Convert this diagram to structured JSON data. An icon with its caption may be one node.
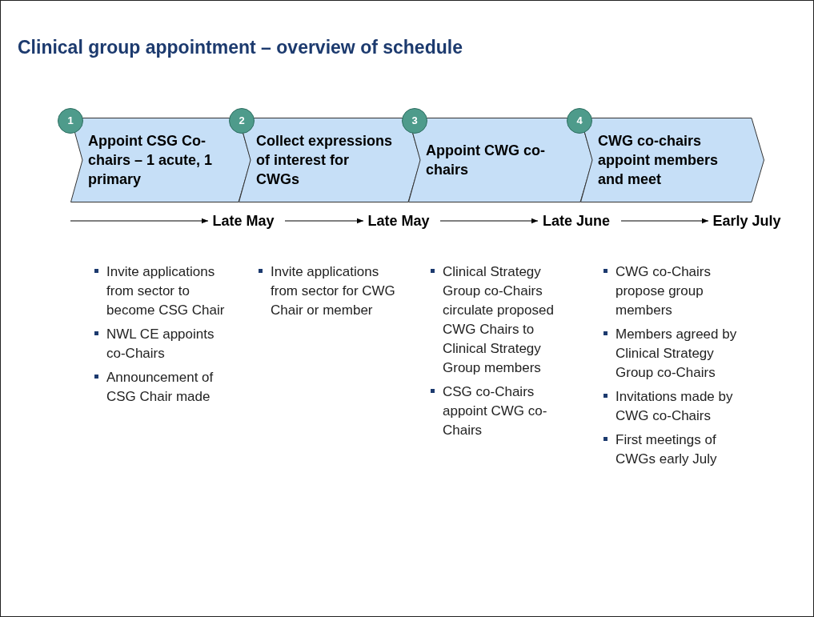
{
  "diagram": {
    "title": "Clinical group appointment – overview of schedule",
    "nodes": [
      {
        "text": [
          "1"
        ]
      },
      {
        "text": [
          "Appoint CSG Co-chairs – 1 acute, 1 primary"
        ]
      },
      {
        "text": [
          "2"
        ]
      },
      {
        "text": [
          "Collect expressions of interest for CWGs"
        ]
      },
      {
        "text": [
          "3"
        ]
      },
      {
        "text": [
          "Appoint CWG co-chairs"
        ]
      },
      {
        "text": [
          "4"
        ]
      },
      {
        "text": [
          "CWG co-chairs appoint members and meet"
        ]
      },
      {
        "text": [
          "Late May"
        ]
      },
      {
        "text": [
          "Late May"
        ]
      },
      {
        "text": [
          "Late June"
        ]
      },
      {
        "text": [
          "Early July"
        ]
      }
    ],
    "edges": [
      {
        "from": null,
        "to": 8,
        "arrow": "to"
      },
      {
        "from": 8,
        "to": 9,
        "arrow": "to"
      },
      {
        "from": 9,
        "to": 10,
        "arrow": "to"
      },
      {
        "from": 10,
        "to": 11,
        "arrow": "to"
      }
    ],
    "labels": [
      "Invite applications from sector to become CSG Chair",
      "NWL CE appoints co-Chairs",
      "Announcement of CSG Chair made",
      "Invite applications from sector for CWG Chair or member",
      "Clinical Strategy Group co-Chairs circulate proposed CWG Chairs to Clinical Strategy Group members",
      "CSG co-Chairs appoint CWG co-Chairs",
      "CWG co-Chairs propose group members",
      "Members agreed by Clinical Strategy Group co-Chairs",
      "Invitations made by CWG co-Chairs",
      "First meetings of CWGs early July"
    ]
  }
}
